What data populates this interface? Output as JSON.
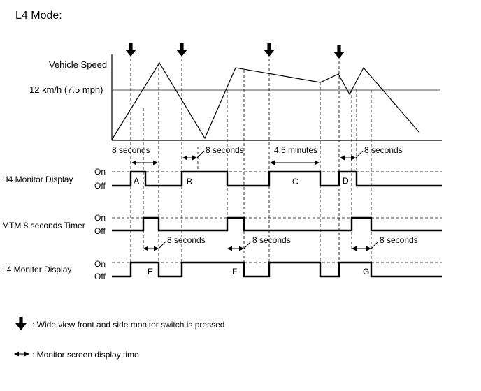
{
  "title": "L4 Mode:",
  "speed_chart": {
    "ylabel": "Vehicle Speed",
    "threshold_label": "12 km/h (7.5 mph)"
  },
  "rows": [
    {
      "id": "h4",
      "label": "H4 Monitor Display",
      "on": "On",
      "off": "Off"
    },
    {
      "id": "mtm",
      "label": "MTM 8 seconds Timer",
      "on": "On",
      "off": "Off"
    },
    {
      "id": "l4",
      "label": "L4 Monitor Display",
      "on": "On",
      "off": "Off"
    }
  ],
  "duration_labels": {
    "top_a": "8 seconds",
    "top_b": "8 seconds",
    "top_c": "4.5 minutes",
    "top_d": "8 seconds",
    "mtm_1": "8 seconds",
    "mtm_2": "8 seconds",
    "mtm_3": "8 seconds"
  },
  "segment_labels": {
    "A": "A",
    "B": "B",
    "C": "C",
    "D": "D",
    "E": "E",
    "F": "F",
    "G": "G"
  },
  "legend": {
    "arrow_text": ": Wide view front and side monitor switch is pressed",
    "double_arrow_text": ": Monitor screen display time",
    "arrow_icon": "down-arrow-icon",
    "double_arrow_icon": "double-arrow-icon"
  }
}
